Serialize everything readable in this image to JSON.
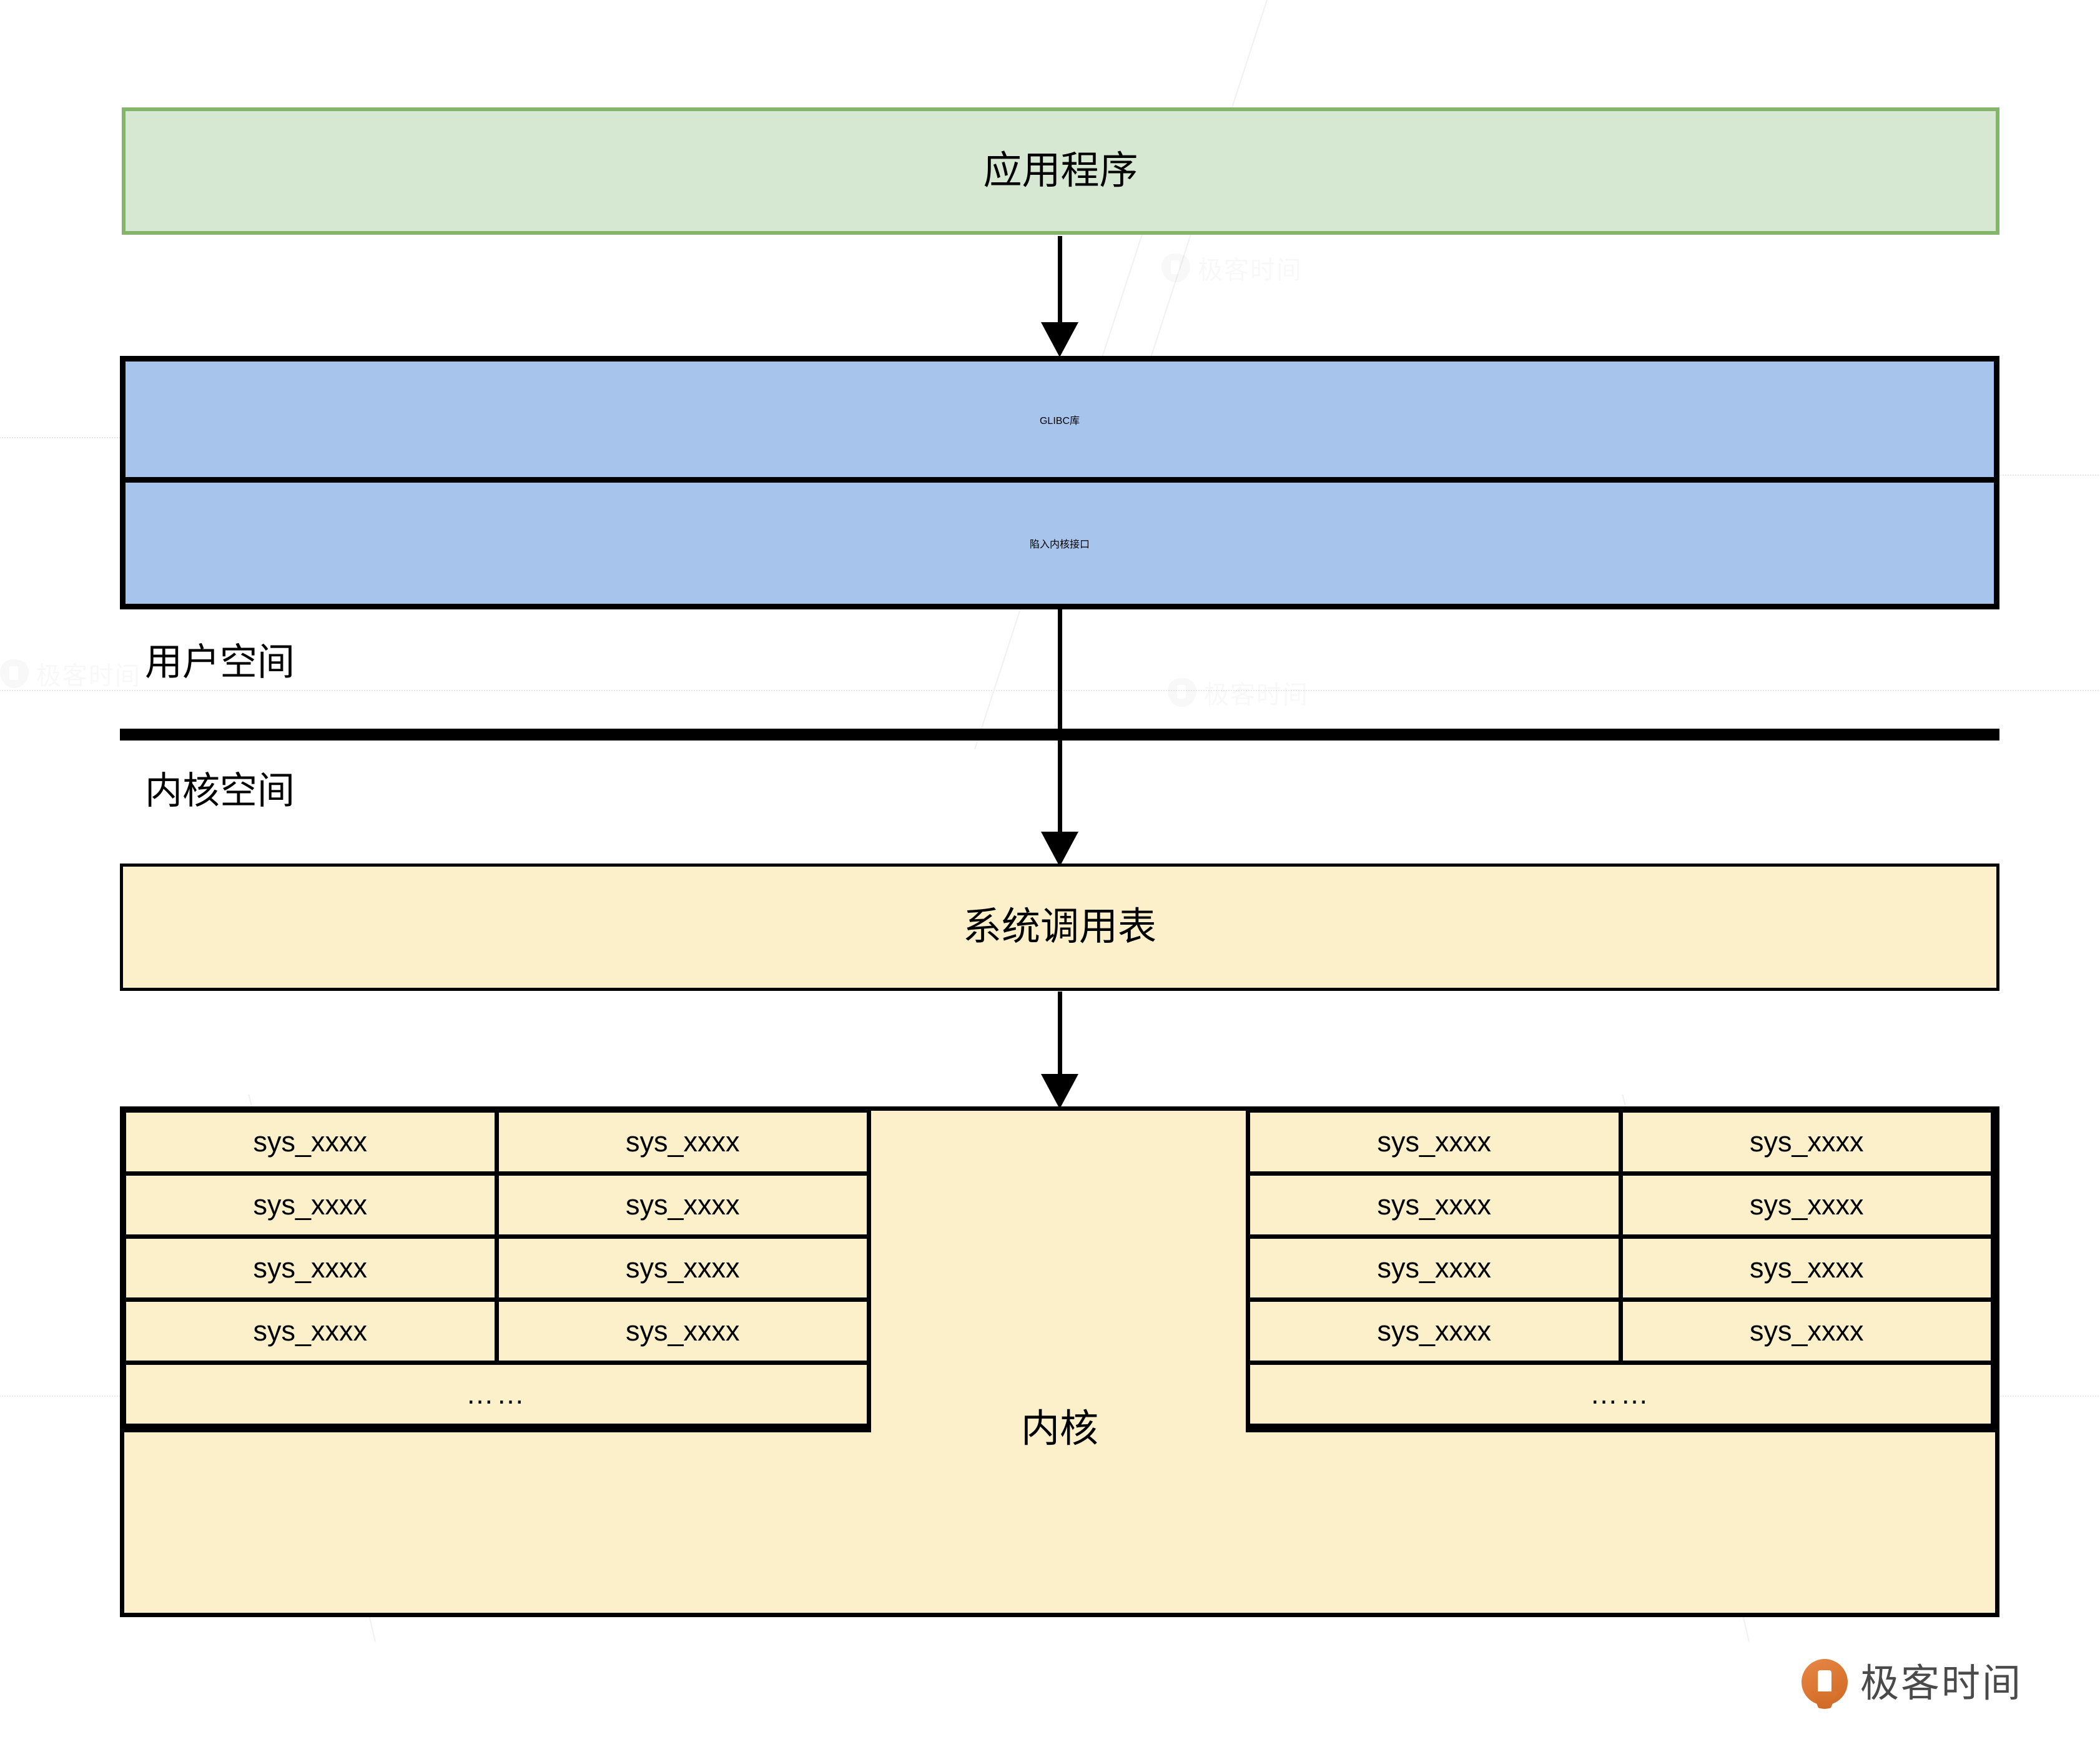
{
  "diagram": {
    "title": "Linux system call architecture",
    "colors": {
      "application_fill": "#d6e7d2",
      "application_border": "#85b56a",
      "library_fill": "#a7c4ec",
      "kernel_fill": "#fcf0cb",
      "line": "#000000",
      "logo_accent": "#d9752f"
    },
    "application": {
      "label": "应用程序"
    },
    "library": {
      "glibc_label": "GLIBC库",
      "trap_label": "陷入内核接口"
    },
    "boundary": {
      "user_space_label": "用户空间",
      "kernel_space_label": "内核空间"
    },
    "syscall_table": {
      "label": "系统调用表"
    },
    "kernel": {
      "label": "内核",
      "tables": [
        {
          "name": "left-syscall-table",
          "rows": [
            [
              "sys_xxxx",
              "sys_xxxx"
            ],
            [
              "sys_xxxx",
              "sys_xxxx"
            ],
            [
              "sys_xxxx",
              "sys_xxxx"
            ],
            [
              "sys_xxxx",
              "sys_xxxx"
            ]
          ],
          "ellipsis": "……"
        },
        {
          "name": "right-syscall-table",
          "rows": [
            [
              "sys_xxxx",
              "sys_xxxx"
            ],
            [
              "sys_xxxx",
              "sys_xxxx"
            ],
            [
              "sys_xxxx",
              "sys_xxxx"
            ],
            [
              "sys_xxxx",
              "sys_xxxx"
            ]
          ],
          "ellipsis": "……"
        }
      ]
    },
    "arrows": [
      {
        "name": "app-to-glibc",
        "from": "应用程序",
        "to": "GLIBC库"
      },
      {
        "name": "trap-to-syscall-table",
        "from": "陷入内核接口",
        "to": "系统调用表"
      },
      {
        "name": "syscall-table-to-kernel",
        "from": "系统调用表",
        "to": "内核"
      }
    ],
    "watermark": {
      "text": "极客时间",
      "logo_text": "极客时间"
    }
  }
}
